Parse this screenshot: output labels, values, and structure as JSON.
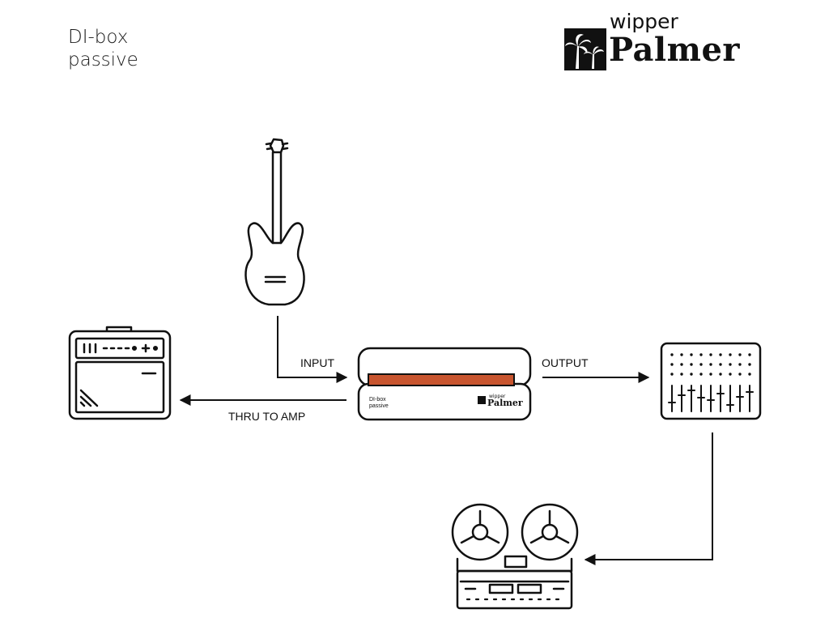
{
  "header": {
    "title_line1": "DI-box",
    "title_line2": "passive",
    "logo_top": "wipper",
    "logo_bottom": "Palmer"
  },
  "diagram": {
    "labels": {
      "input": "INPUT",
      "output": "OUTPUT",
      "thru": "THRU TO AMP"
    },
    "device": {
      "title_line1": "DI-box",
      "title_line2": "passive",
      "logo_top": "wipper",
      "logo_bottom": "Palmer",
      "accent_color": "#c8552f"
    }
  }
}
